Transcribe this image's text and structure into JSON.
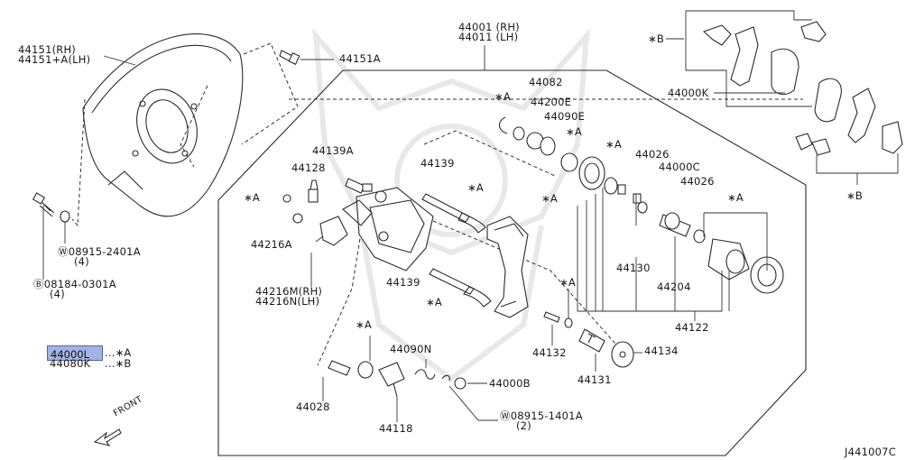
{
  "diagram_id": "J441007C",
  "selected_part": "44000L",
  "legend": [
    {
      "part": "44000L",
      "marker": "...∗A"
    },
    {
      "part": "44080K",
      "marker": "...∗B"
    }
  ],
  "front_label": "FRONT",
  "callouts": {
    "p44151": [
      "44151(RH)",
      "44151+A(LH)"
    ],
    "p44151A": "44151A",
    "p44001": [
      "44001 (RH)",
      "44011 (LH)"
    ],
    "b08915_2401A": [
      "Ⓦ08915-2401A",
      "(4)"
    ],
    "b08184_0301A": [
      "Ⓑ08184-0301A",
      "(4)"
    ],
    "p44139A": "44139A",
    "p44128": "44128",
    "p44216A": "44216A",
    "p44216M": [
      "44216M(RH)",
      "44216N(LH)"
    ],
    "p44139_top": "44139",
    "p44139_bottom": "44139",
    "p44082": "44082",
    "p44200E": "44200E",
    "p44090E": "44090E",
    "p44026_a": "44026",
    "p44000C": "44000C",
    "p44026_b": "44026",
    "p44000K": "44000K",
    "p44130": "44130",
    "p44204": "44204",
    "p44122": "44122",
    "p44132": "44132",
    "p44134": "44134",
    "p44131": "44131",
    "p44028": "44028",
    "p44090N": "44090N",
    "p44000B": "44000B",
    "p44118": "44118",
    "b08915_1401A": [
      "Ⓦ08915-1401A",
      "(2)"
    ],
    "star_a": "∗A",
    "star_b": "∗B"
  }
}
